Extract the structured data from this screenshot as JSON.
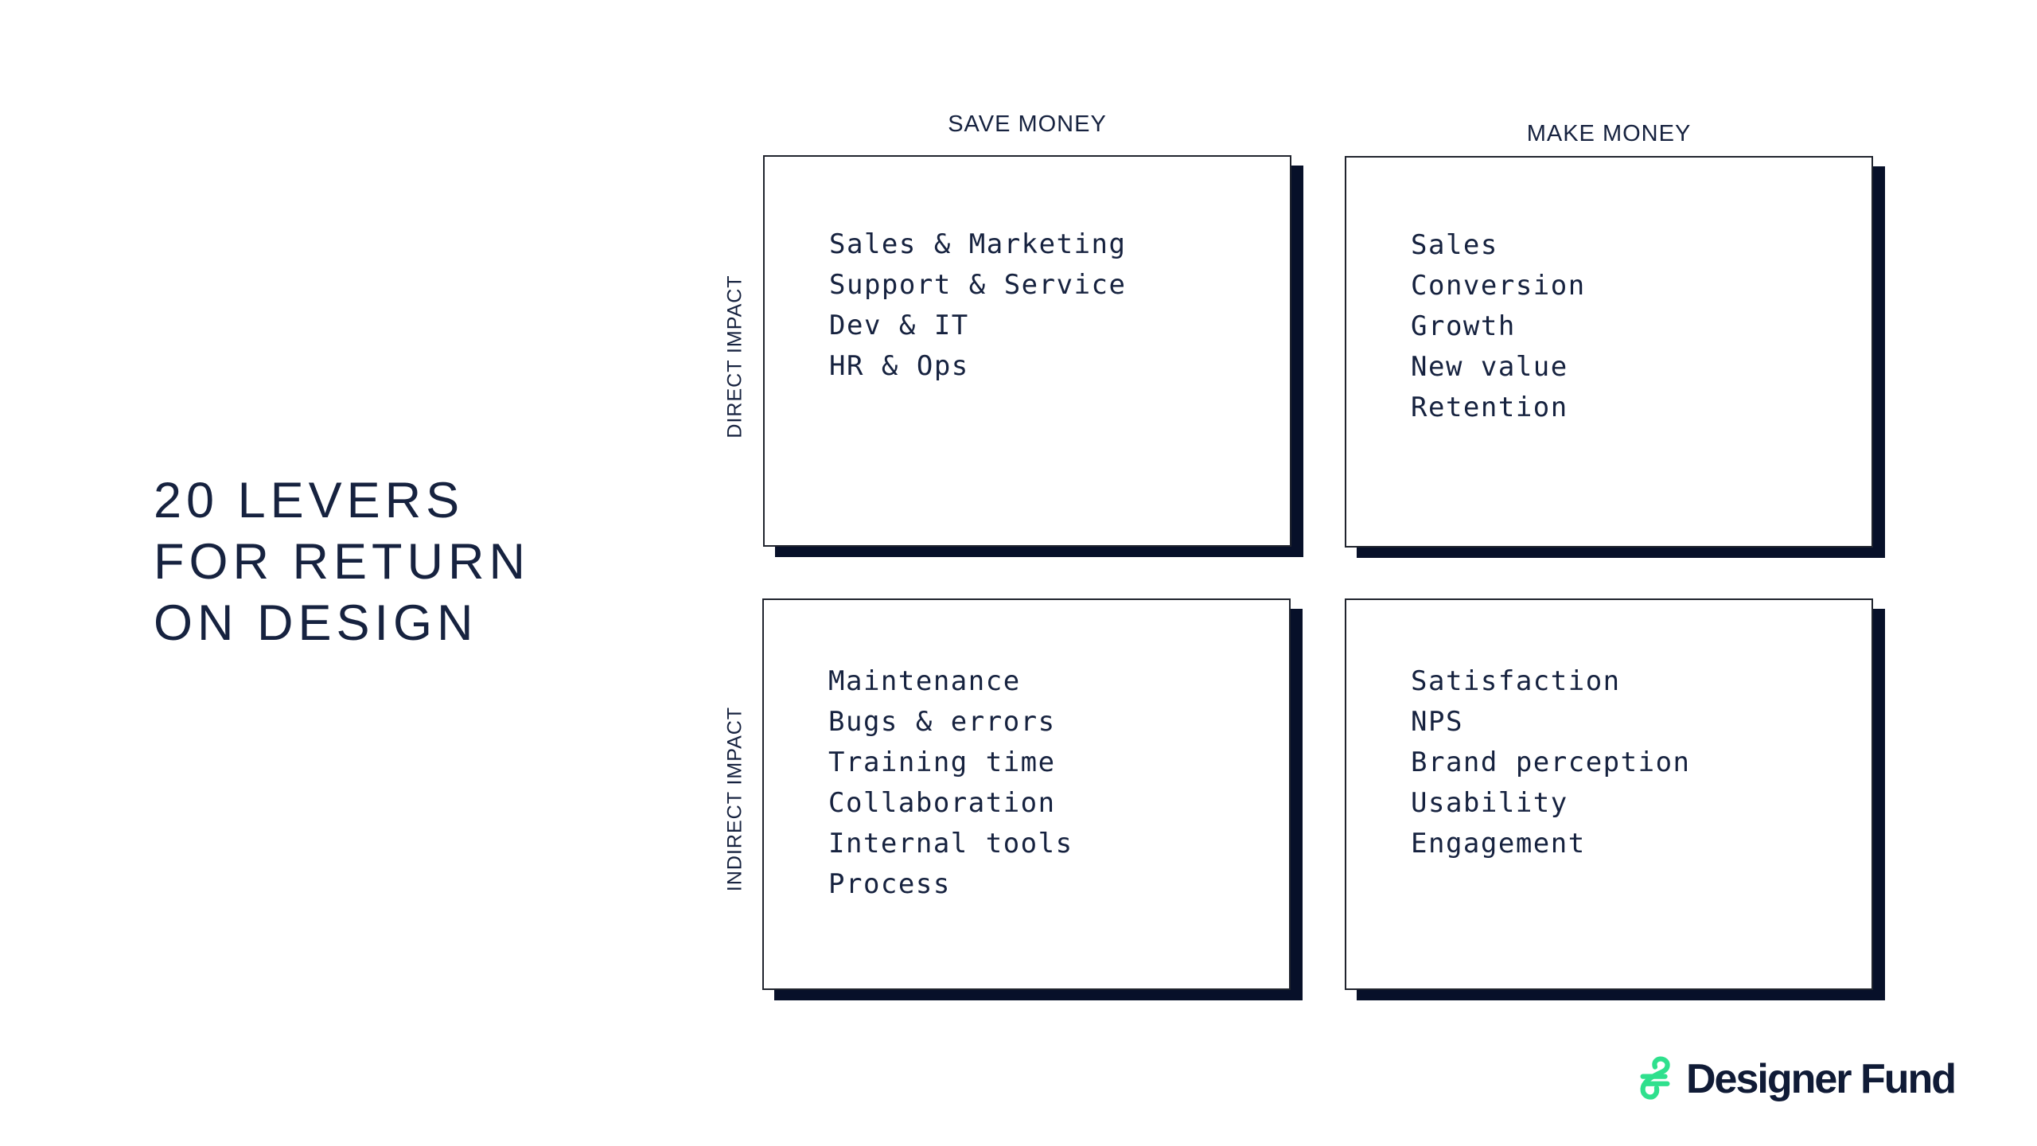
{
  "title": {
    "lines": [
      "20 LEVERS",
      "FOR RETURN",
      "ON DESIGN"
    ]
  },
  "matrix": {
    "column_headers": [
      {
        "label": "SAVE MONEY"
      },
      {
        "label": "MAKE MONEY"
      }
    ],
    "row_headers": [
      {
        "label": "DIRECT IMPACT"
      },
      {
        "label": "INDIRECT IMPACT"
      }
    ],
    "quadrants": [
      {
        "row": "DIRECT IMPACT",
        "column": "SAVE MONEY",
        "items": [
          "Sales & Marketing",
          "Support & Service",
          "Dev & IT",
          "HR & Ops"
        ]
      },
      {
        "row": "DIRECT IMPACT",
        "column": "MAKE MONEY",
        "items": [
          "Sales",
          "Conversion",
          "Growth",
          "New value",
          "Retention"
        ]
      },
      {
        "row": "INDIRECT IMPACT",
        "column": "SAVE MONEY",
        "items": [
          "Maintenance",
          "Bugs & errors",
          "Training time",
          "Collaboration",
          "Internal tools",
          "Process"
        ]
      },
      {
        "row": "INDIRECT IMPACT",
        "column": "MAKE MONEY",
        "items": [
          "Satisfaction",
          "NPS",
          "Brand perception",
          "Usability",
          "Engagement"
        ]
      }
    ]
  },
  "logo": {
    "text": "Designer Fund",
    "glyph": "script-f-icon"
  },
  "colors": {
    "background": "#ffffff",
    "text_navy": "#16223f",
    "logo_navy": "#101b36",
    "shadow_navy": "#071029",
    "border_dark": "#20242e",
    "brand_green": "#2fe08d"
  }
}
